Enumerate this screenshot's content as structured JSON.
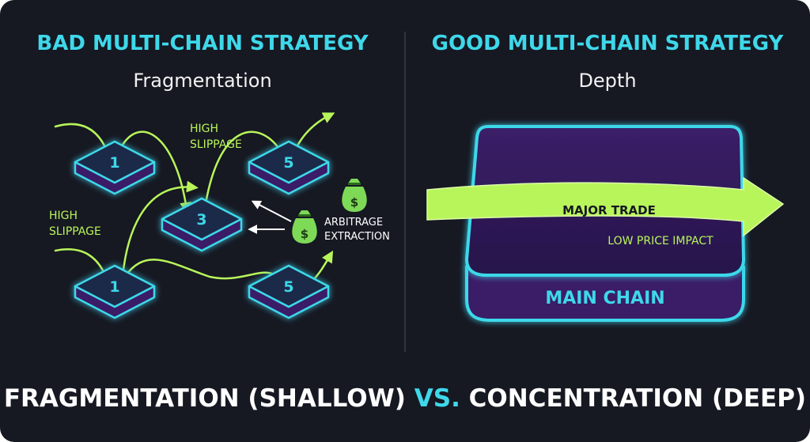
{
  "left_panel": {
    "heading": "BAD MULTI-CHAIN STRATEGY",
    "subheading": "Fragmentation",
    "nodes": [
      {
        "label": "1"
      },
      {
        "label": "5"
      },
      {
        "label": "3"
      },
      {
        "label": "1"
      },
      {
        "label": "5"
      }
    ],
    "labels": {
      "slippage_top": [
        "HIGH",
        "SLIPPAGE"
      ],
      "slippage_left": [
        "HIGH",
        "SLIPPAGE"
      ],
      "arbitrage": [
        "ARBITRAGE",
        "EXTRACTION"
      ],
      "money_symbol": "$"
    }
  },
  "right_panel": {
    "heading": "GOOD MULTI-CHAIN STRATEGY",
    "subheading": "Depth",
    "arrow_label": "MAJOR TRADE",
    "impact_label": "LOW PRICE IMPACT",
    "chain_label": "MAIN CHAIN"
  },
  "bottom": {
    "left": "FRAGMENTATION (SHALLOW) ",
    "vs": "VS.",
    "right": " CONCENTRATION (DEEP)"
  },
  "colors": {
    "background": "#161822",
    "cyan": "#3ed8ea",
    "lime": "#b8f55a",
    "purple": "#3a1e66",
    "white": "#ffffff"
  }
}
